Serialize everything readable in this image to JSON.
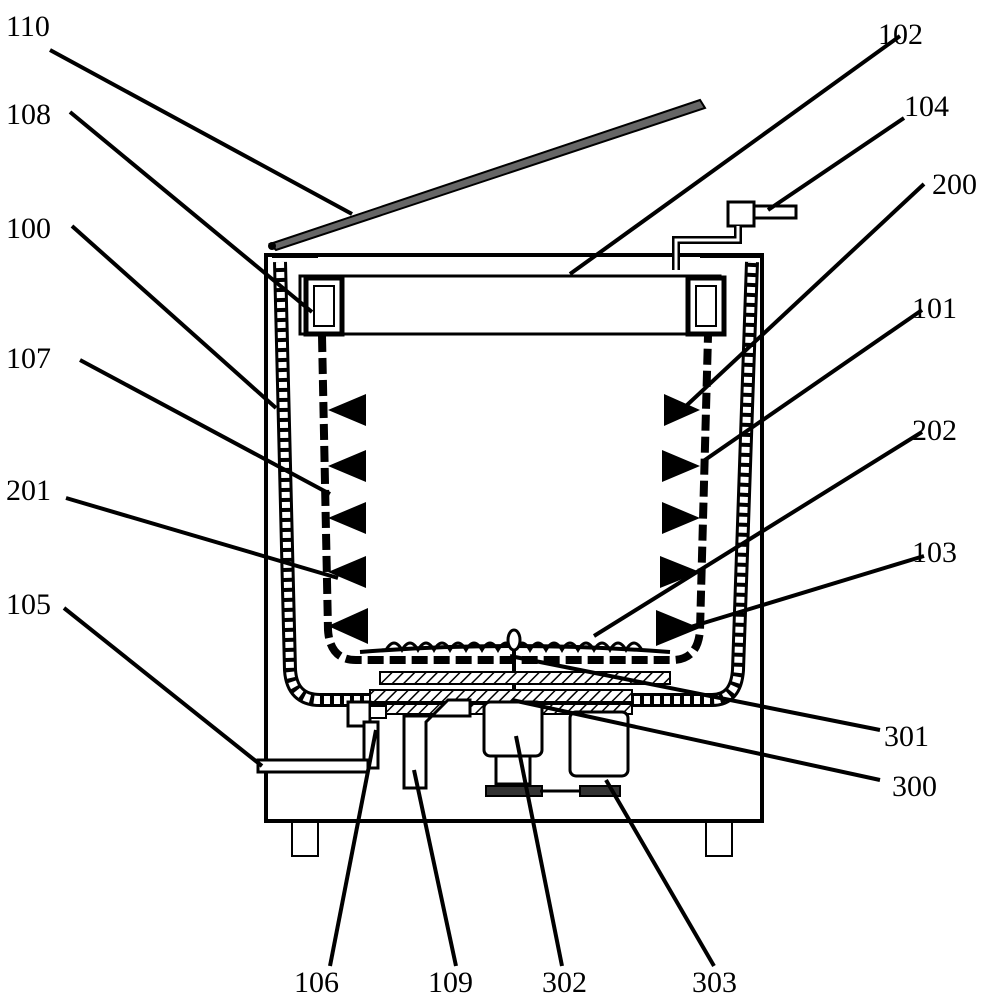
{
  "labels": {
    "l110": "110",
    "l108": "108",
    "l100": "100",
    "l107": "107",
    "l201": "201",
    "l105": "105",
    "l102": "102",
    "l104": "104",
    "l200": "200",
    "l101": "101",
    "l202": "202",
    "l103": "103",
    "l301": "301",
    "l300": "300",
    "l106": "106",
    "l109": "109",
    "l302": "302",
    "l303": "303"
  },
  "colors": {
    "line": "#000000",
    "fill_dark": "#222222",
    "fill_mid": "#888888",
    "background": "#ffffff"
  }
}
